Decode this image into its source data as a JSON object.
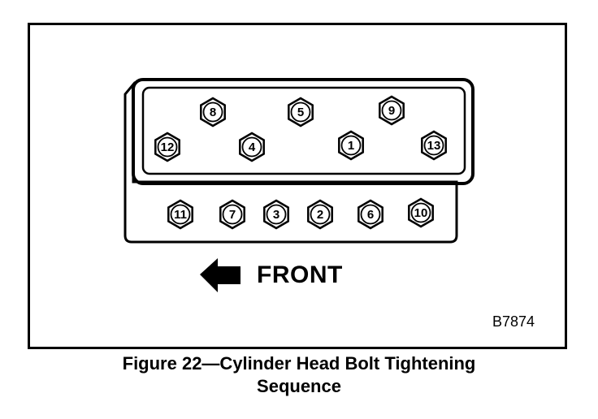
{
  "diagram": {
    "front_label": "FRONT",
    "figure_code": "B7874",
    "bolts": [
      {
        "label": "8"
      },
      {
        "label": "5"
      },
      {
        "label": "9"
      },
      {
        "label": "12"
      },
      {
        "label": "4"
      },
      {
        "label": "1"
      },
      {
        "label": "13"
      },
      {
        "label": "11"
      },
      {
        "label": "7"
      },
      {
        "label": "3"
      },
      {
        "label": "2"
      },
      {
        "label": "6"
      },
      {
        "label": "10"
      }
    ]
  },
  "caption": {
    "line1": "Figure 22—Cylinder Head Bolt Tightening",
    "line2": "Sequence"
  }
}
